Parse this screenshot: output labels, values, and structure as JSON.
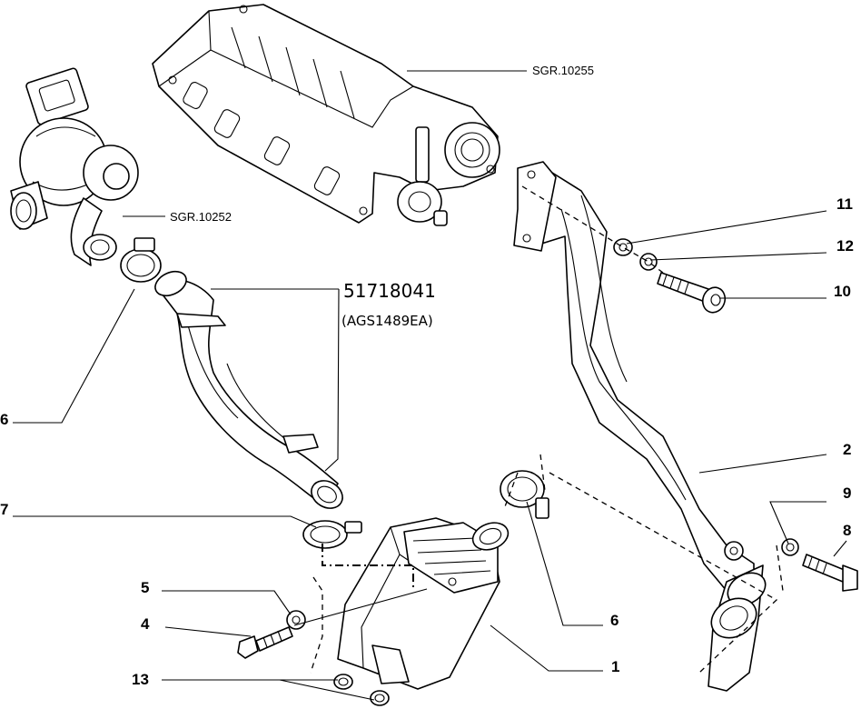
{
  "diagram": {
    "references": {
      "intake_manifold": "SGR.10255",
      "turbocharger": "SGR.10252"
    },
    "highlight_part": {
      "number": "51718041",
      "code": "(AGS1489EA)"
    },
    "callouts": [
      {
        "id": "c11",
        "label": "11"
      },
      {
        "id": "c12",
        "label": "12"
      },
      {
        "id": "c10",
        "label": "10"
      },
      {
        "id": "c6a",
        "label": "6"
      },
      {
        "id": "c2",
        "label": "2"
      },
      {
        "id": "c7",
        "label": "7"
      },
      {
        "id": "c9",
        "label": "9"
      },
      {
        "id": "c8",
        "label": "8"
      },
      {
        "id": "c5",
        "label": "5"
      },
      {
        "id": "c6b",
        "label": "6"
      },
      {
        "id": "c4",
        "label": "4"
      },
      {
        "id": "c1",
        "label": "1"
      },
      {
        "id": "c13",
        "label": "13"
      }
    ]
  }
}
